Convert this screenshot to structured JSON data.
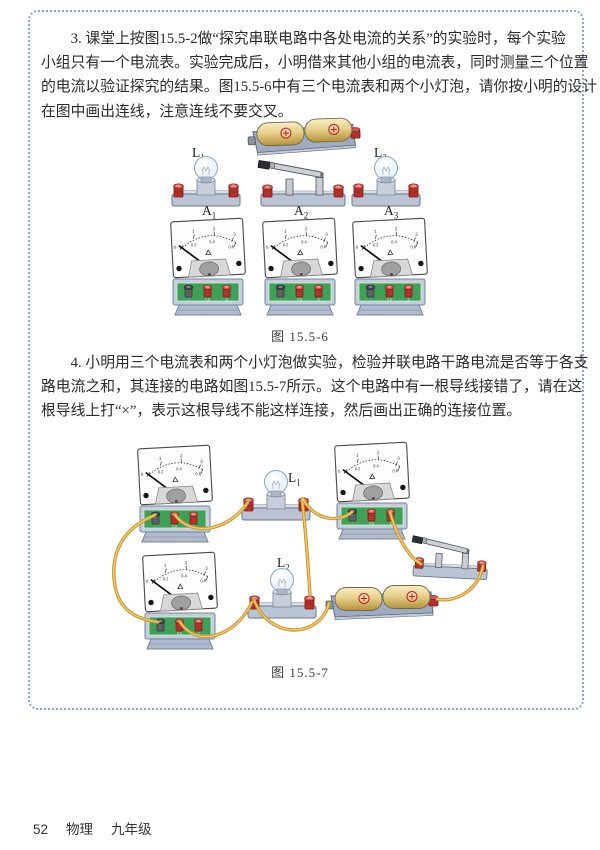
{
  "problem3": {
    "lines": [
      "3. 课堂上按图15.5-2做“探究串联电路中各处电流的关系”的实验时，每个实验",
      "小组只有一个电流表。实验完成后，小明借来其他小组的电流表，同时测量三个位置",
      "的电流以验证探究的结果。图15.5-6中有三个电流表和两个小灯泡，请你按小明的设计",
      "在图中画出连线，注意连线不要交叉。"
    ]
  },
  "problem4": {
    "lines": [
      "4. 小明用三个电流表和两个小灯泡做实验，检验并联电路干路电流是否等于各支",
      "路电流之和，其连接的电路如图15.5-7所示。这个电路中有一根导线接错了，请在这",
      "根导线上打“×”，表示这根导线不能这样连接，然后画出正确的连接位置。"
    ]
  },
  "figure1": {
    "caption": "图 15.5-6",
    "lamp1": {
      "main": "L",
      "sub": "1"
    },
    "lamp2": {
      "main": "L",
      "sub": "2"
    },
    "ammeters": [
      {
        "main": "A",
        "sub": "1"
      },
      {
        "main": "A",
        "sub": "2"
      },
      {
        "main": "A",
        "sub": "3"
      }
    ]
  },
  "figure2": {
    "caption": "图 15.5-7",
    "lamp1": {
      "main": "L",
      "sub": "1"
    },
    "lamp2": {
      "main": "L",
      "sub": "2"
    }
  },
  "ammeter_dial": {
    "zero": "0",
    "upper": [
      "1",
      "2",
      "3"
    ],
    "lower": [
      "0.2",
      "0.4",
      "0.6"
    ],
    "terminals": [
      "-",
      "0.6",
      "3"
    ]
  },
  "footer": {
    "page_number": "52",
    "subject": "物理",
    "grade": "九年级"
  },
  "colors": {
    "frame_blue": "#8aa2d4",
    "wire_gold": "#c9942f",
    "wire_highlight": "#f0c96a",
    "battery_gold": "#e6d08b",
    "panel_green": "#3fa057",
    "terminal_red": "#b5302a",
    "body_bluegray": "#c3cedd"
  }
}
